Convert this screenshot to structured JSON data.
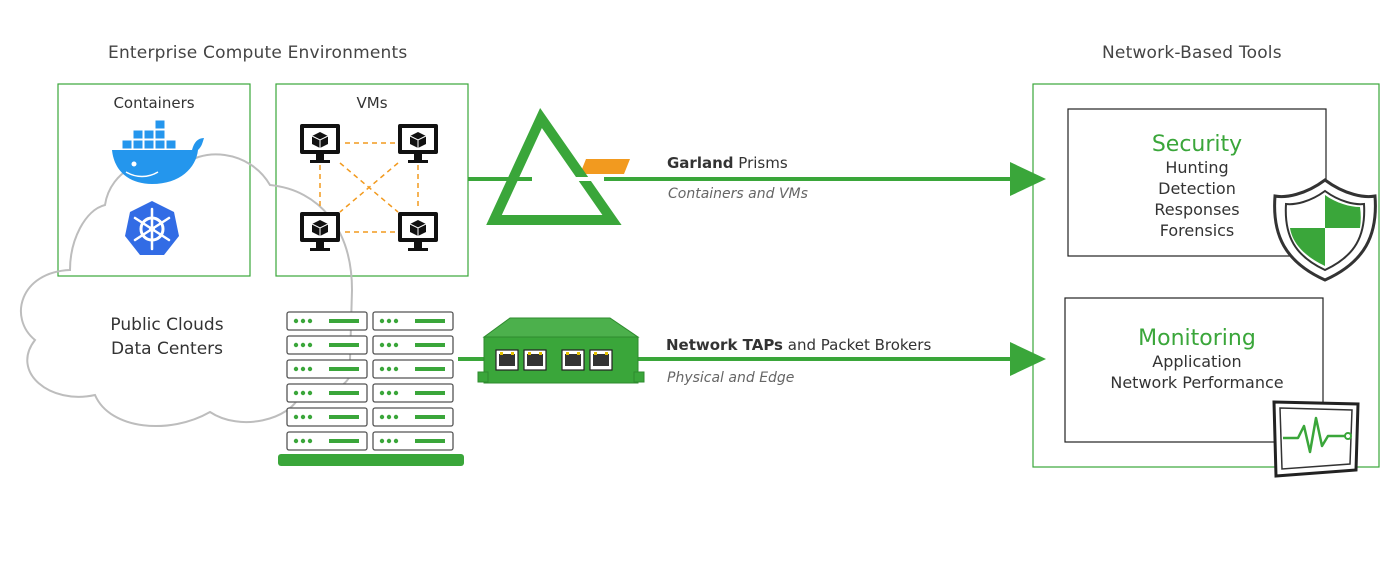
{
  "headings": {
    "enterprise": "Enterprise Compute Environments",
    "network_tools": "Network-Based Tools"
  },
  "panels": {
    "containers": "Containers",
    "vms": "VMs"
  },
  "cloud": {
    "line1": "Public Clouds",
    "line2": "Data Centers"
  },
  "flows": {
    "top": {
      "bold": "Garland",
      "label": " Prisms",
      "sub": "Containers and VMs"
    },
    "bottom": {
      "bold": "Network TAPs",
      "label": " and Packet Brokers",
      "sub": "Physical and Edge"
    }
  },
  "tools": {
    "security": {
      "title": "Security",
      "items": [
        "Hunting",
        "Detection",
        "Responses",
        "Forensics"
      ]
    },
    "monitoring": {
      "title": "Monitoring",
      "items": [
        "Application",
        "Network Performance"
      ]
    }
  },
  "icons": {
    "docker": "docker-whale-icon",
    "kubernetes": "kubernetes-helm-icon",
    "vm": "vm-monitor-icon",
    "server": "server-rack-icon",
    "prism": "garland-prism-icon",
    "tap": "network-tap-device-icon",
    "shield": "security-shield-icon",
    "monitor": "heartbeat-monitor-icon"
  },
  "colors": {
    "green": "#3aa63a",
    "green_dark": "#2e8b2e",
    "orange": "#f29a1f",
    "docker_blue": "#2496ed",
    "k8s_blue": "#326ce5"
  }
}
